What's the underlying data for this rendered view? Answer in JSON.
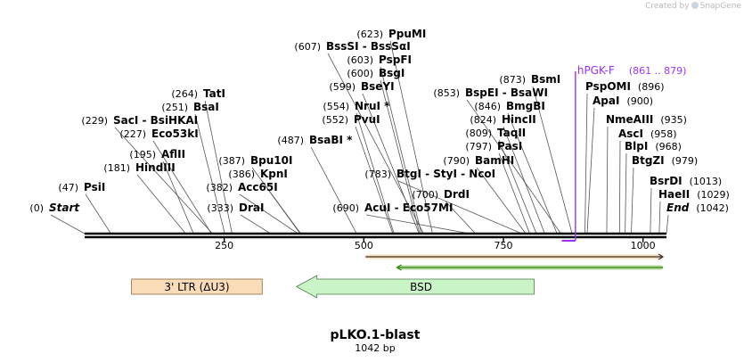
{
  "credit": {
    "prefix": "Created by",
    "brand": "SnapGene"
  },
  "plasmid": {
    "name": "pLKO.1-blast",
    "size_label": "1042 bp",
    "length": 1042
  },
  "ruler": {
    "ticks": [
      250,
      500,
      750,
      1000
    ]
  },
  "colors": {
    "backbone": "#000000",
    "primer": "#9b30ff",
    "orange_track": "#f0a030",
    "green_track": "#2e8b00",
    "ltr_fill": "#fbdcb8",
    "bsd_fill": "#c8f4c8"
  },
  "sites": [
    {
      "pos": 0,
      "posText": "(0)",
      "name": "Start",
      "style": "ital"
    },
    {
      "pos": 47,
      "posText": "(47)",
      "name": "PsiI"
    },
    {
      "pos": 181,
      "posText": "(181)",
      "name": "HindIII"
    },
    {
      "pos": 195,
      "posText": "(195)",
      "name": "AflII"
    },
    {
      "pos": 227,
      "posText": "(227)",
      "name": "Eco53kI"
    },
    {
      "pos": 229,
      "posText": "(229)",
      "name": "SacI  - BsiHKAI"
    },
    {
      "pos": 251,
      "posText": "(251)",
      "name": "BsaI"
    },
    {
      "pos": 264,
      "posText": "(264)",
      "name": "TatI"
    },
    {
      "pos": 333,
      "posText": "(333)",
      "name": "DraI"
    },
    {
      "pos": 382,
      "posText": "(382)",
      "name": "Acc65I"
    },
    {
      "pos": 386,
      "posText": "(386)",
      "name": "KpnI"
    },
    {
      "pos": 387,
      "posText": "(387)",
      "name": "Bpu10I"
    },
    {
      "pos": 487,
      "posText": "(487)",
      "name": "BsaBI *"
    },
    {
      "pos": 552,
      "posText": "(552)",
      "name": "PvuI"
    },
    {
      "pos": 554,
      "posText": "(554)",
      "name": "NruI *"
    },
    {
      "pos": 599,
      "posText": "(599)",
      "name": "BseYI"
    },
    {
      "pos": 600,
      "posText": "(600)",
      "name": "BsgI"
    },
    {
      "pos": 603,
      "posText": "(603)",
      "name": "PspFI"
    },
    {
      "pos": 607,
      "posText": "(607)",
      "name": "BssSI  - BssSαI"
    },
    {
      "pos": 623,
      "posText": "(623)",
      "name": "PpuMI"
    },
    {
      "pos": 690,
      "posText": "(690)",
      "name": "AcuI  - Eco57MI"
    },
    {
      "pos": 700,
      "posText": "(700)",
      "name": "DrdI"
    },
    {
      "pos": 783,
      "posText": "(783)",
      "name": "BtgI  - StyI  - NcoI"
    },
    {
      "pos": 790,
      "posText": "(790)",
      "name": "BamHI"
    },
    {
      "pos": 797,
      "posText": "(797)",
      "name": "PasI"
    },
    {
      "pos": 809,
      "posText": "(809)",
      "name": "TaqII"
    },
    {
      "pos": 824,
      "posText": "(824)",
      "name": "HincII"
    },
    {
      "pos": 846,
      "posText": "(846)",
      "name": "BmgBI"
    },
    {
      "pos": 853,
      "posText": "(853)",
      "name": "BspEI  - BsaWI"
    },
    {
      "pos": 873,
      "posText": "(873)",
      "name": "BsmI"
    },
    {
      "pos": 896,
      "posText": "(896)",
      "name": "PspOMI"
    },
    {
      "pos": 900,
      "posText": "(900)",
      "name": "ApaI"
    },
    {
      "pos": 935,
      "posText": "(935)",
      "name": "NmeAIII"
    },
    {
      "pos": 958,
      "posText": "(958)",
      "name": "AscI"
    },
    {
      "pos": 968,
      "posText": "(968)",
      "name": "BlpI"
    },
    {
      "pos": 979,
      "posText": "(979)",
      "name": "BtgZI"
    },
    {
      "pos": 1013,
      "posText": "(1013)",
      "name": "BsrDI"
    },
    {
      "pos": 1029,
      "posText": "(1029)",
      "name": "HaeII"
    },
    {
      "pos": 1042,
      "posText": "(1042)",
      "name": "End",
      "style": "ital"
    }
  ],
  "primer": {
    "name": "hPGK-F",
    "range": "(861 .. 879)",
    "start": 861,
    "end": 879
  },
  "tracks": [
    {
      "start": 500,
      "end": 1042,
      "direction": "forward",
      "color": "#f0a030"
    },
    {
      "start": 585,
      "end": 1042,
      "direction": "reverse",
      "color": "#2e8b00"
    }
  ],
  "features": [
    {
      "name": "3' LTR (ΔU3)",
      "start": 84,
      "end": 318,
      "type": "box"
    },
    {
      "name": "BSD",
      "start": 400,
      "end": 805,
      "type": "reverse-arrow"
    }
  ]
}
